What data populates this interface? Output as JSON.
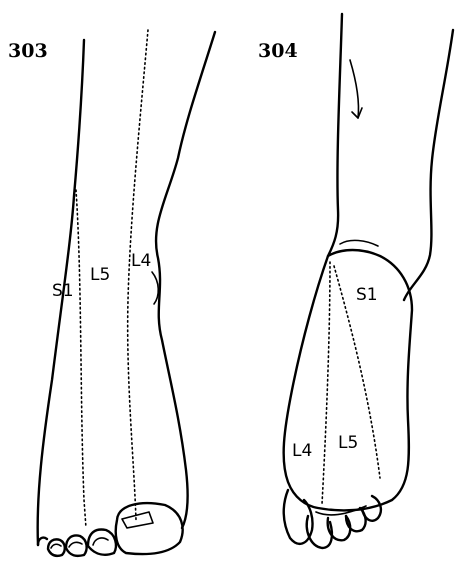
{
  "figures": [
    {
      "number": "303",
      "labels": {
        "s1": "S1",
        "l5": "L5",
        "l4": "L4"
      }
    },
    {
      "number": "304",
      "labels": {
        "s1": "S1",
        "l4": "L4",
        "l5": "L5"
      }
    }
  ]
}
